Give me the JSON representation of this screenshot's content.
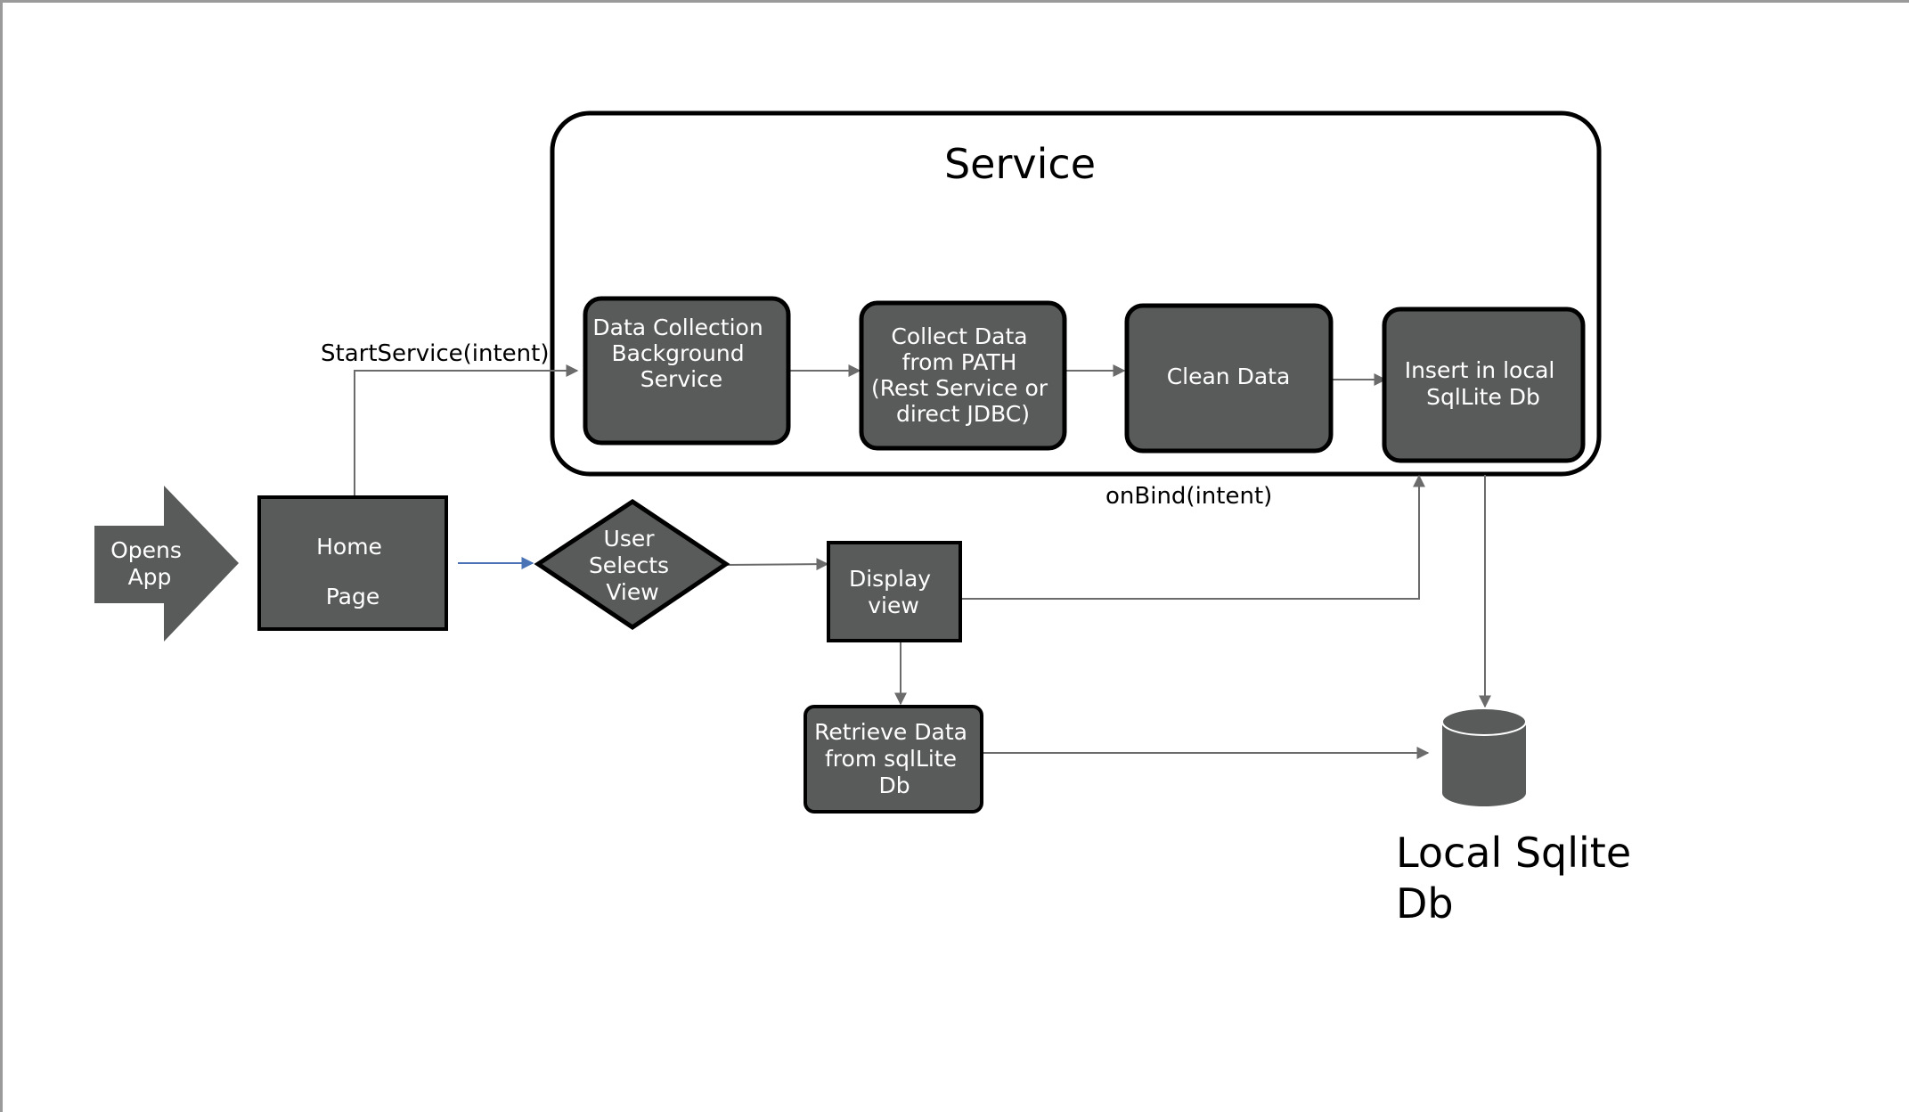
{
  "diagram": {
    "service_container": {
      "title": "Service"
    },
    "nodes": {
      "opens_app": {
        "lines": [
          "Opens",
          "App"
        ]
      },
      "home_page": {
        "lines": [
          "Home",
          "Page"
        ]
      },
      "user_selects_view": {
        "lines": [
          "User",
          "Selects",
          "View"
        ]
      },
      "display_view": {
        "lines": [
          "Display",
          "view"
        ]
      },
      "retrieve_data": {
        "lines": [
          "Retrieve Data",
          "from sqlLite",
          "Db"
        ]
      },
      "data_collection": {
        "lines": [
          "Data Collection",
          "Background",
          "Service"
        ]
      },
      "collect_data": {
        "lines": [
          "Collect Data",
          "from PATH",
          "(Rest Service or",
          "direct JDBC)"
        ]
      },
      "clean_data": {
        "lines": [
          "Clean Data"
        ]
      },
      "insert_db": {
        "lines": [
          "Insert in local",
          "SqlLite Db"
        ]
      },
      "local_db": {
        "lines": [
          "Local Sqlite",
          "Db"
        ]
      }
    },
    "edge_labels": {
      "start_service": "StartService(intent)",
      "on_bind": "onBind(intent)"
    }
  },
  "colors": {
    "node_fill": "#595b5a",
    "node_stroke": "#000000",
    "edge": "#6b6b6b",
    "edge_blue": "#4a73b5",
    "text_light": "#ffffff",
    "text_dark": "#000000"
  }
}
